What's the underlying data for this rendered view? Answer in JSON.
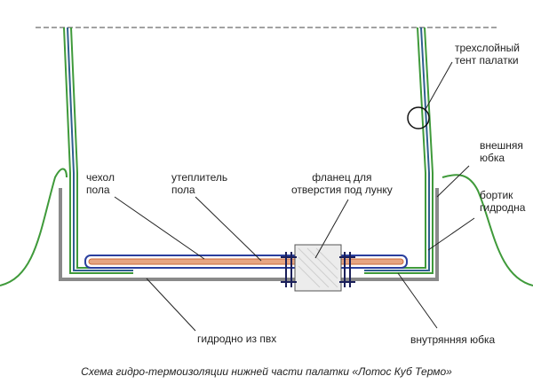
{
  "labels": {
    "tent": "трехслойный\nтент палатки",
    "outer_skirt": "внешняя\nюбка",
    "rim": "бортик\nгидродна",
    "floor_cover": "чехол\nпола",
    "insulation": "утеплитель\nпола",
    "flange": "фланец для\nотверстия под лунку",
    "pvc_floor": "гидродно из пвх",
    "inner_skirt": "внутрянняя юбка"
  },
  "caption": "Схема гидро-термоизоляции нижней части палатки «Лотос Куб Термо»",
  "colors": {
    "outer_layer": "#3f9a3a",
    "inner_layer": "#2f5f8e",
    "pvc": "#8a8a8a",
    "insulation": "#d98a5a",
    "cover": "#2a3f9e",
    "bolts": "#1a1f5a"
  }
}
